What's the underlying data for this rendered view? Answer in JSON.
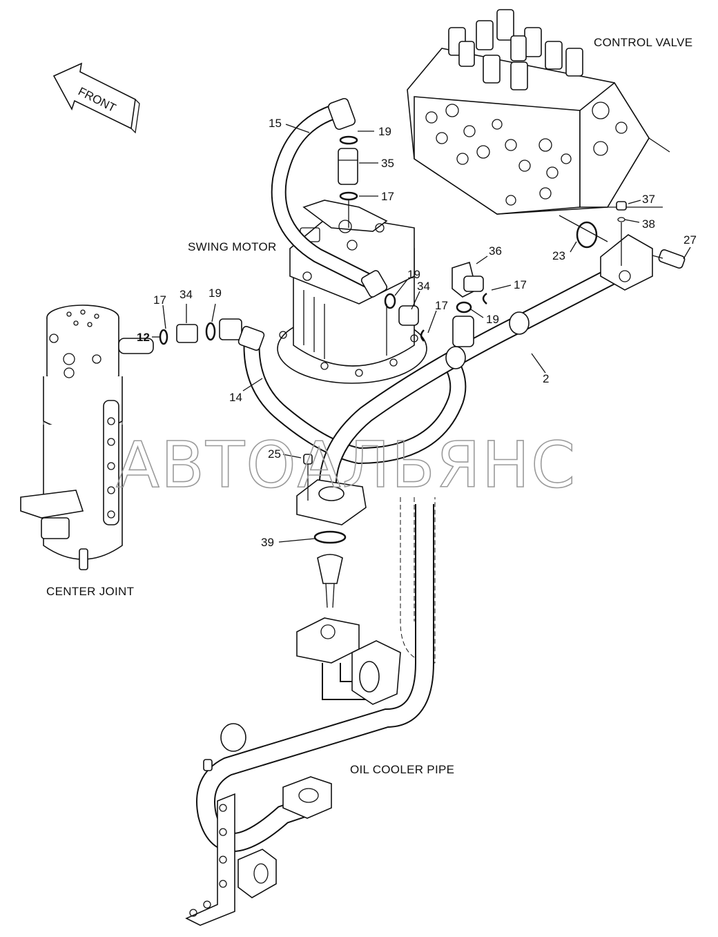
{
  "diagram": {
    "section_titles": {
      "control_valve": "CONTROL VALVE",
      "swing_motor": "SWING MOTOR",
      "center_joint": "CENTER JOINT",
      "oil_cooler_pipe": "OIL COOLER PIPE"
    },
    "front_arrow_label": "FRONT",
    "watermark": "АВТОАЛЬЯНС",
    "callouts": {
      "c15": "15",
      "c19a": "19",
      "c35": "35",
      "c17a": "17",
      "c37": "37",
      "c38": "38",
      "c27": "27",
      "c23": "23",
      "c36": "36",
      "c17b": "17",
      "c19b": "19",
      "c34a": "34",
      "c17c": "17",
      "c19c": "19",
      "c2": "2",
      "c17d": "17",
      "c34b": "34",
      "c19d": "19",
      "c12": "12",
      "c14": "14",
      "c25": "25",
      "c39": "39"
    }
  }
}
